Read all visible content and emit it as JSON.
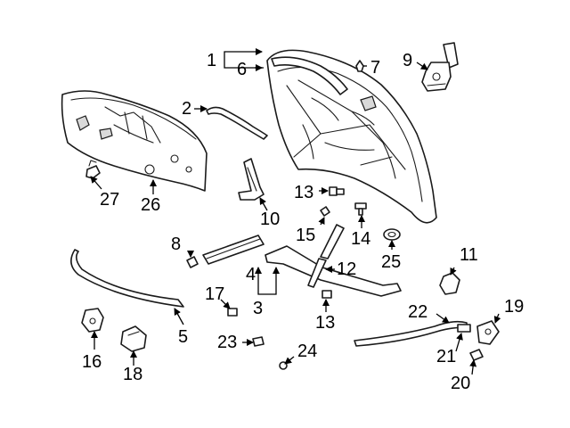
{
  "callouts": {
    "c1": "1",
    "c2": "2",
    "c3": "3",
    "c4": "4",
    "c5": "5",
    "c6": "6",
    "c7": "7",
    "c8": "8",
    "c9": "9",
    "c10": "10",
    "c11": "11",
    "c12": "12",
    "c13a": "13",
    "c13b": "13",
    "c14": "14",
    "c15": "15",
    "c16": "16",
    "c17": "17",
    "c18": "18",
    "c19": "19",
    "c20": "20",
    "c21": "21",
    "c22": "22",
    "c23": "23",
    "c24": "24",
    "c25": "25",
    "c26": "26",
    "c27": "27"
  },
  "colors": {
    "line": "#1a1a1a",
    "fill": "#ffffff",
    "shade": "#d9d9d9"
  }
}
